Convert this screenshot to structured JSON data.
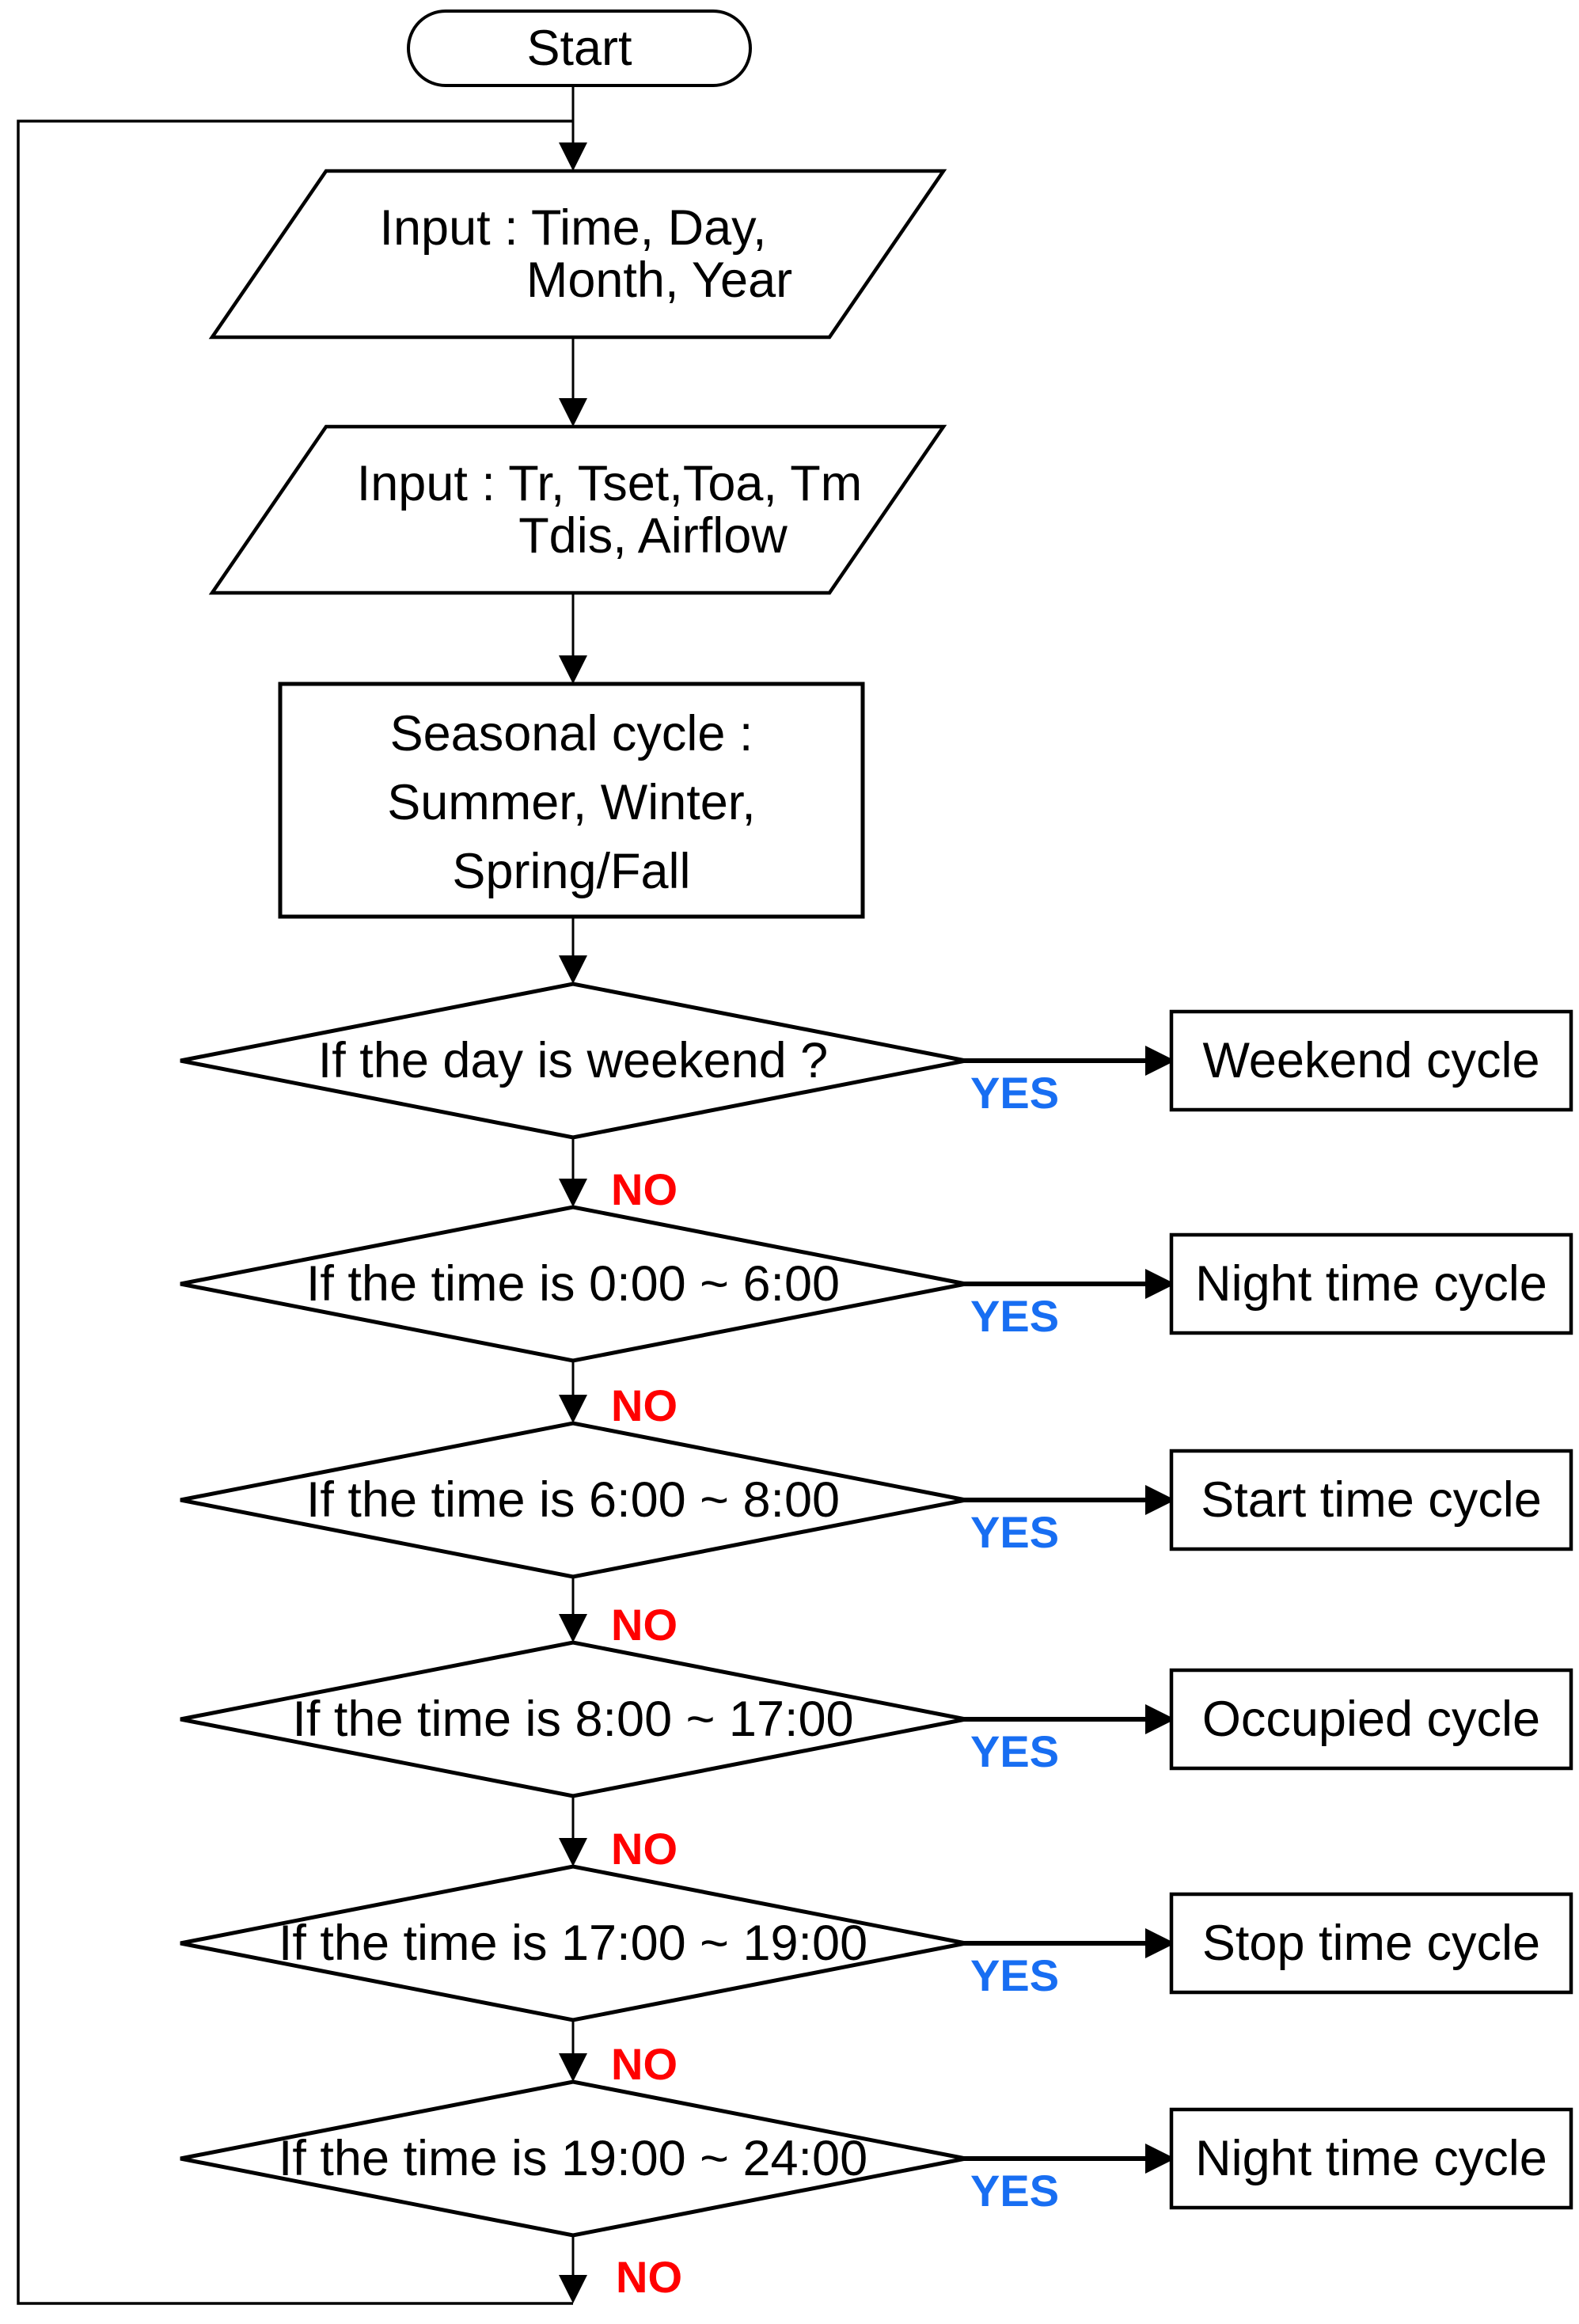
{
  "figure": {
    "type": "flowchart",
    "background": "#ffffff",
    "line_color": "#000000",
    "yes_color": "#186ef2",
    "no_color": "#ff0000"
  },
  "nodes": {
    "start": {
      "label": "Start"
    },
    "input_datetime": {
      "line1": "Input : Time, Day,",
      "line2": "Month, Year"
    },
    "input_sensors": {
      "line1": "Input : Tr, Tset,Toa, Tm",
      "line2": "Tdis, Airflow"
    },
    "seasonal": {
      "line1": "Seasonal cycle :",
      "line2": "Summer, Winter,",
      "line3": "Spring/Fall"
    }
  },
  "decisions": [
    {
      "question": "If the day is weekend ?",
      "yes": "YES",
      "no": "NO",
      "result": "Weekend cycle"
    },
    {
      "question": "If the time is 0:00 ~ 6:00",
      "yes": "YES",
      "no": "NO",
      "result": "Night time cycle"
    },
    {
      "question": "If the time is 6:00 ~ 8:00",
      "yes": "YES",
      "no": "NO",
      "result": "Start time cycle"
    },
    {
      "question": "If the time is 8:00 ~ 17:00",
      "yes": "YES",
      "no": "NO",
      "result": "Occupied cycle"
    },
    {
      "question": "If the time is 17:00 ~ 19:00",
      "yes": "YES",
      "no": "NO",
      "result": "Stop time cycle"
    },
    {
      "question": "If the time is 19:00 ~ 24:00",
      "yes": "YES",
      "no": "NO",
      "result": "Night time cycle"
    }
  ]
}
